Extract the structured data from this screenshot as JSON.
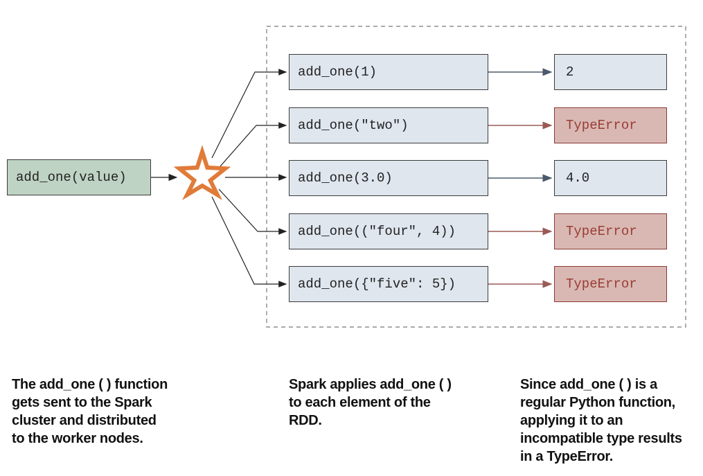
{
  "source_box": {
    "label": "add_one(value)"
  },
  "calls": [
    {
      "label": "add_one(1)",
      "result": "2",
      "error": false
    },
    {
      "label": "add_one(\"two\")",
      "result": "TypeError",
      "error": true
    },
    {
      "label": "add_one(3.0)",
      "result": "4.0",
      "error": false
    },
    {
      "label": "add_one((\"four\", 4))",
      "result": "TypeError",
      "error": true
    },
    {
      "label": "add_one({\"five\": 5})",
      "result": "TypeError",
      "error": true
    }
  ],
  "captions": {
    "left": [
      "The add_one ( ) function",
      "gets sent to the Spark",
      "cluster and distributed",
      "to the worker nodes."
    ],
    "middle": [
      "Spark applies add_one ( )",
      "to each element of the",
      "RDD."
    ],
    "right": [
      "Since add_one ( ) is a",
      "regular Python function,",
      "applying it to an",
      "incompatible type results",
      "in a TypeError."
    ]
  },
  "colors": {
    "source_fill": "#bfd3c4",
    "call_fill": "#dfe6ee",
    "ok_arrow": "#4a5a6a",
    "error_fill": "#d9b8b3",
    "error_text": "#9a3c34",
    "error_arrow": "#9a5a55",
    "star": "#e07b39"
  },
  "icons": {
    "distribute": "star-icon"
  }
}
